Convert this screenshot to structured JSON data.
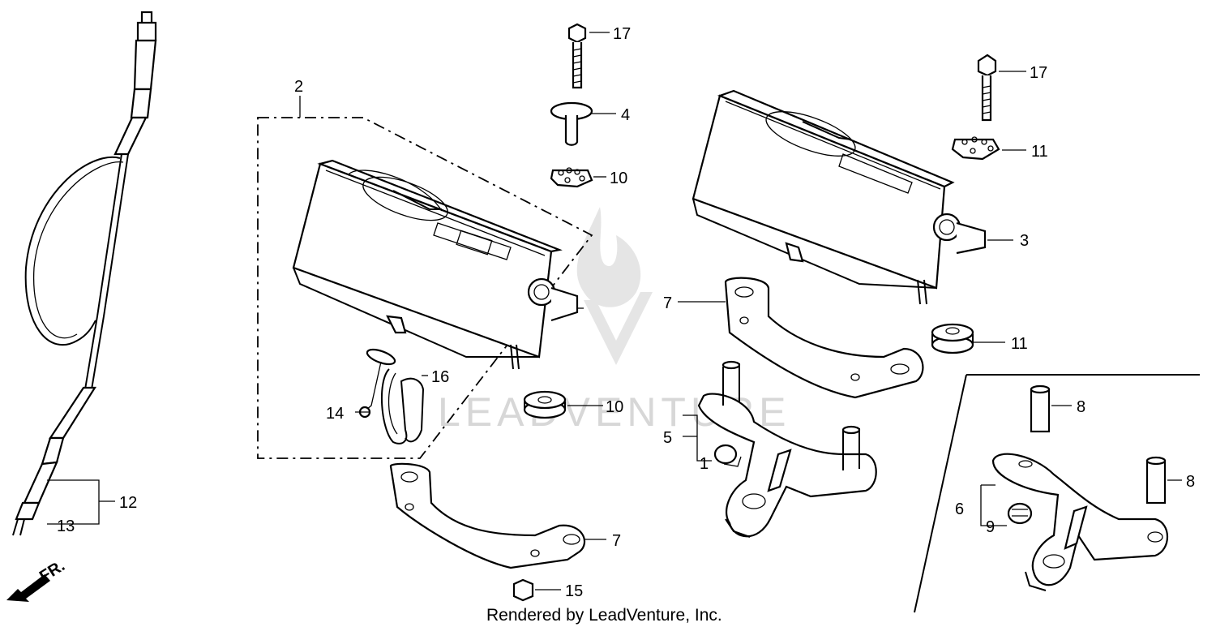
{
  "watermark": "LEADVENTURE",
  "credit": "Rendered by LeadVenture, Inc.",
  "front_arrow": "FR.",
  "callouts": [
    "1",
    "2",
    "3",
    "4",
    "5",
    "6",
    "7",
    "7",
    "8",
    "8",
    "9",
    "10",
    "10",
    "11",
    "11",
    "12",
    "13",
    "14",
    "15",
    "16",
    "17",
    "17"
  ]
}
